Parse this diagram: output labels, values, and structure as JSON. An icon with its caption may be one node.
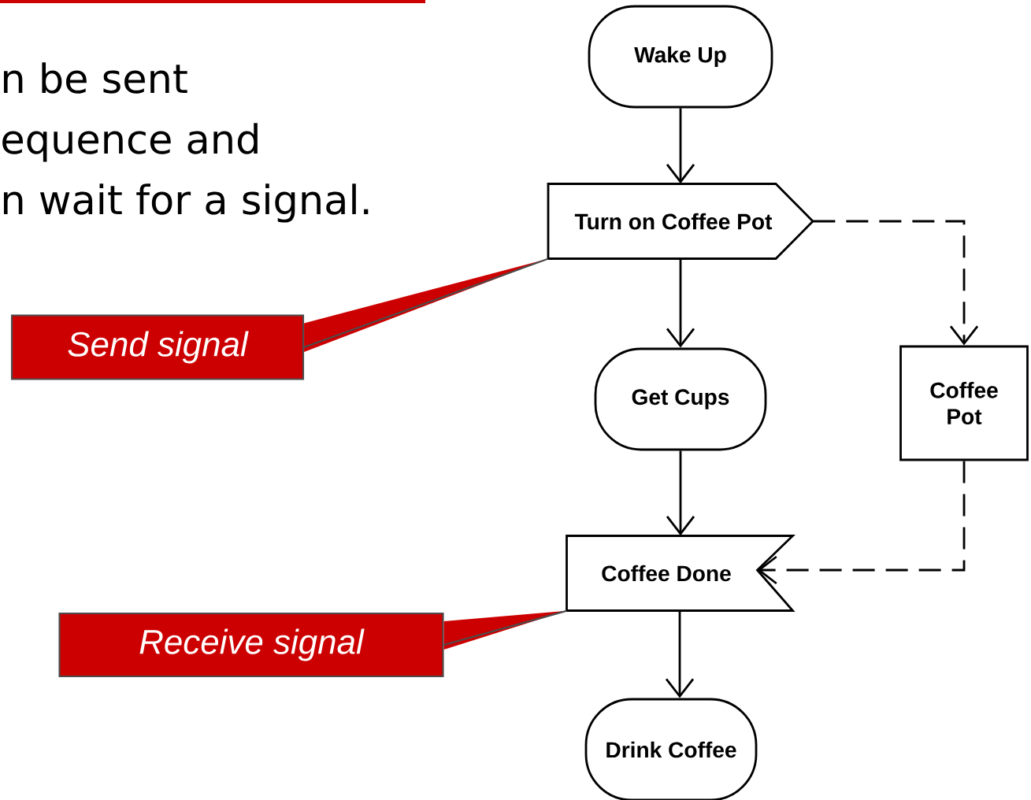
{
  "diagram": {
    "nodes": [
      {
        "text": [
          "Wake Up"
        ]
      },
      {
        "text": [
          "Turn on Coffee Pot"
        ]
      },
      {
        "text": [
          "Get Cups"
        ]
      },
      {
        "text": [
          "Coffee Pot"
        ]
      },
      {
        "text": [
          "Coffee Done"
        ]
      },
      {
        "text": [
          "Drink Coffee"
        ]
      },
      {
        "text": [
          "Send signal"
        ]
      },
      {
        "text": [
          "Receive signal"
        ]
      }
    ],
    "edges": [
      {
        "from": 0,
        "to": 1,
        "arrow": "to"
      },
      {
        "from": 1,
        "to": 2,
        "arrow": "to"
      },
      {
        "from": 1,
        "to": 3,
        "arrow": "to",
        "style": "dashed"
      },
      {
        "from": 2,
        "to": 4,
        "arrow": "to"
      },
      {
        "from": 3,
        "to": 4,
        "arrow": "to",
        "style": "dashed"
      },
      {
        "from": 4,
        "to": 5,
        "arrow": "to"
      },
      {
        "from": 6,
        "to": 1,
        "arrow": "none"
      },
      {
        "from": 7,
        "to": 4,
        "arrow": "none"
      }
    ],
    "labels": [
      "n be sent",
      "equence and",
      "n wait for a signal."
    ]
  }
}
